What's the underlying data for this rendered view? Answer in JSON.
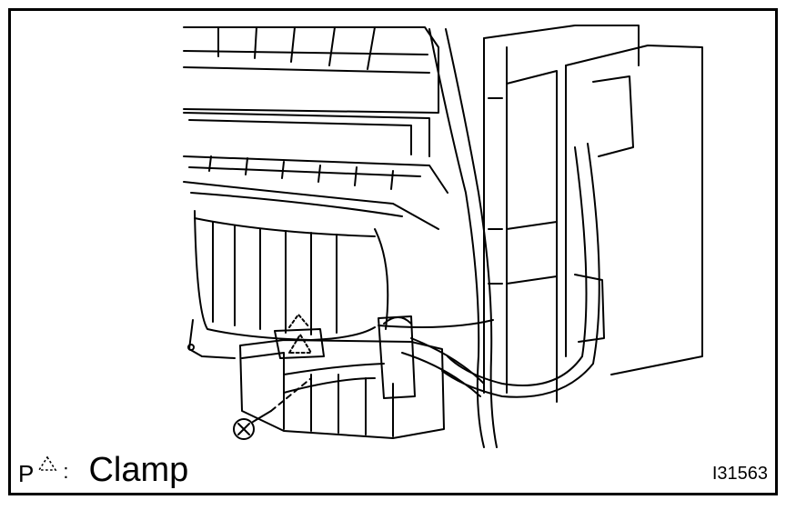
{
  "legend": {
    "prefix": "P",
    "symbol_icon": "dashed-triangle-icon",
    "separator": ":",
    "label": "Clamp"
  },
  "figure_id": "I31563",
  "colors": {
    "ink": "#000000",
    "paper": "#ffffff"
  }
}
